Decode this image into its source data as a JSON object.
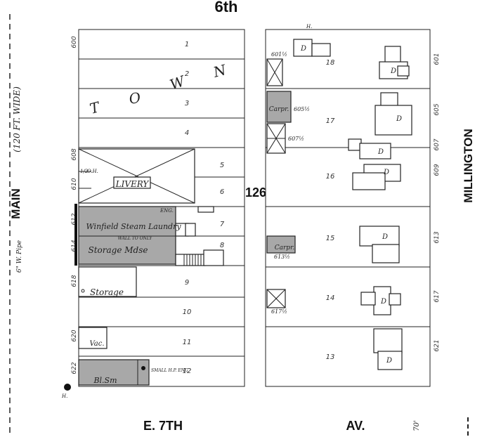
{
  "streets": {
    "top": "6th",
    "left": "MAIN",
    "left_note": "(120 FT. WIDE)",
    "right": "MILLINGTON",
    "bottom_a": "E. 7TH",
    "bottom_b": "AV.",
    "bottom_note": "70'",
    "pipe_note": "6\" W. Pipe"
  },
  "block_number": "126",
  "town_text": {
    "f": "T",
    "o": "O",
    "w": "W",
    "n": "N"
  },
  "west_lots": [
    "1",
    "2",
    "3",
    "4",
    "5",
    "6",
    "7",
    "8",
    "9",
    "10",
    "11",
    "12"
  ],
  "east_lots": [
    "18",
    "17",
    "16",
    "15",
    "14",
    "13"
  ],
  "west_addresses": [
    "600",
    "608",
    "610",
    "612",
    "614",
    "618",
    "620",
    "622"
  ],
  "east_addresses": [
    "601",
    "605",
    "607",
    "609",
    "613",
    "617",
    "621"
  ],
  "labels": {
    "livery": "LIVERY",
    "laundry": "Winfield Steam Laundry",
    "wall": "WALL TO ONLY",
    "storage_mdse": "Storage Mdse",
    "storage": "Storage",
    "vac": "Vac.",
    "bl_sm": "Bl.Sm",
    "eng": "ENG.",
    "small_eng": "SMALL H.P. ENG.",
    "hp": "1/2",
    "oh": "O.H.",
    "h": "H.",
    "carpr_1": "Carpr.",
    "carpr_2": "Carpr.",
    "addr_601_half": "601½",
    "addr_605_half": "605½",
    "addr_607_half": "607½",
    "addr_613_half": "613½",
    "addr_617_half": "617½",
    "d": "D",
    "hydrant": "H."
  }
}
